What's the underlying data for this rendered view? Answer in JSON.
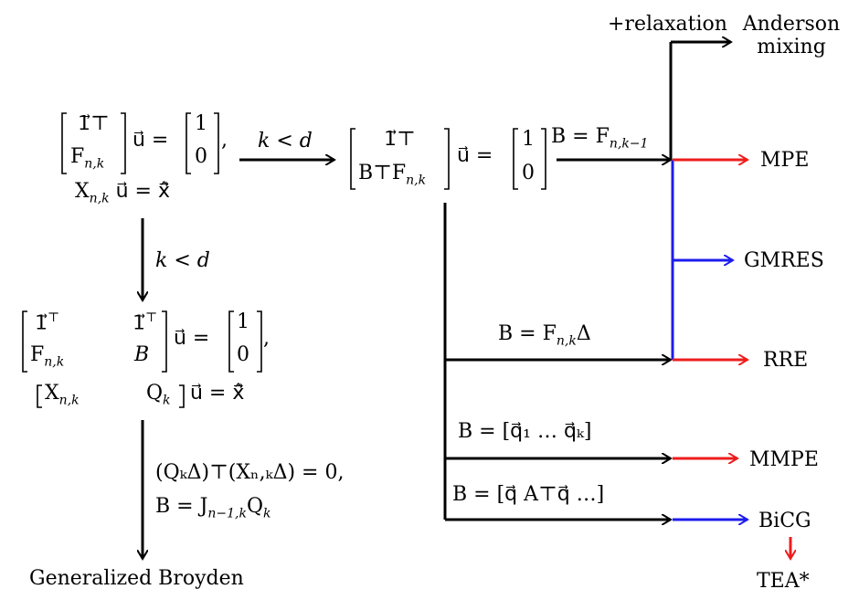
{
  "colors": {
    "black": "#000000",
    "red": "#ee1c1c",
    "blue": "#1c1cee"
  },
  "nodes": {
    "start_eq1": "[ 1⃗⊤ ; Fₙ,ₖ ] u⃗ = [ 1 ; 0 ],",
    "start_eq1_top": "1⃗⊤",
    "start_eq1_bottom": "F",
    "start_eq2": "X",
    "middle_top": "1⃗⊤",
    "middle_bottom": "B⊤F",
    "lower_row1": "1⃗⊤        1⃗⊤",
    "lower_f": "F",
    "lower_b": "B",
    "lower_x": "X",
    "lower_q": "Q",
    "generalized_broyden": "Generalized Broyden"
  },
  "edges": {
    "k_lt_d_right": "k < d",
    "k_lt_d_down": "k < d",
    "relaxation": "+relaxation",
    "b_fnk1": "B = F",
    "b_fnk_delta": "B = F",
    "b_q1_qk": "B = [q⃗₁   …   q⃗ₖ]",
    "b_q_aq": "B = [q⃗   A⊤q⃗   …]",
    "orthogonality": "(QₖΔ)⊤(Xₙ,ₖΔ) = 0,",
    "b_jacobian": "B = J",
    "jacobian_sub": "n−1,k",
    "jacobian_q": "Q"
  },
  "methods": {
    "anderson_line1": "Anderson",
    "anderson_line2": "mixing",
    "mpe": "MPE",
    "gmres": "GMRES",
    "rre": "RRE",
    "mmpe": "MMPE",
    "bicg": "BiCG",
    "tea": "TEA*"
  }
}
